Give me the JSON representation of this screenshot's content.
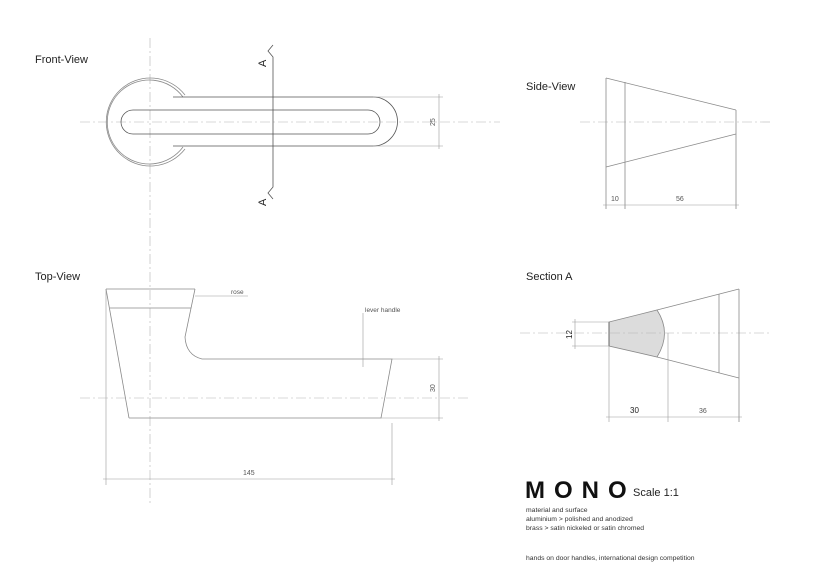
{
  "views": {
    "front": {
      "title": "Front-View",
      "section_mark_top": "A",
      "section_mark_bottom": "A",
      "dim_height": "25"
    },
    "side": {
      "title": "Side-View",
      "dim_a": "10",
      "dim_b": "56"
    },
    "top": {
      "title": "Top-View",
      "label_rose": "rose",
      "label_lever": "lever handle",
      "dim_height": "30",
      "dim_length": "145"
    },
    "section": {
      "title": "Section A",
      "dim_height": "12",
      "dim_a": "30",
      "dim_b": "36"
    }
  },
  "title_block": {
    "product": "MONO",
    "scale": "Scale 1:1",
    "material_heading": "material and surface",
    "material_1": "aluminium > polished and anodized",
    "material_2": "brass > satin nickeled or satin chromed",
    "footer": "hands on door handles, international design competition"
  },
  "colors": {
    "section_fill": "#dcdcdc",
    "line": "#8a8a8a"
  }
}
